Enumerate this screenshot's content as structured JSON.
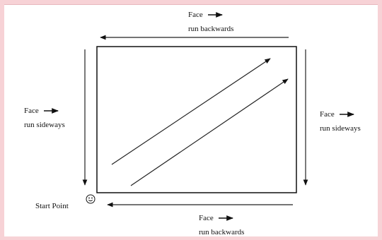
{
  "labels": {
    "top_line1": "Face",
    "top_line2": "run backwards",
    "left_line1": "Face",
    "left_line2": "run sideways",
    "right_line1": "Face",
    "right_line2": "run sideways",
    "bottom_line1": "Face",
    "bottom_line2": "run backwards",
    "start_point": "Start Point"
  },
  "icons": {
    "start_marker": "smiley-face-icon"
  },
  "colors": {
    "background": "#f7d2d6",
    "panel": "#ffffff",
    "stroke": "#111111"
  }
}
